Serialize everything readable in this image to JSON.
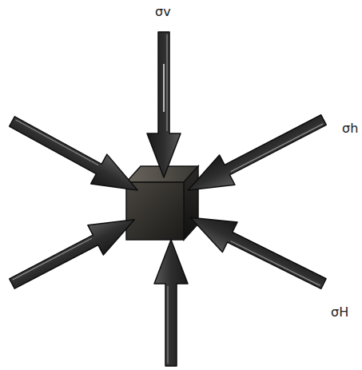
{
  "diagram": {
    "labels": [
      "σv",
      "σh",
      "σH"
    ]
  }
}
